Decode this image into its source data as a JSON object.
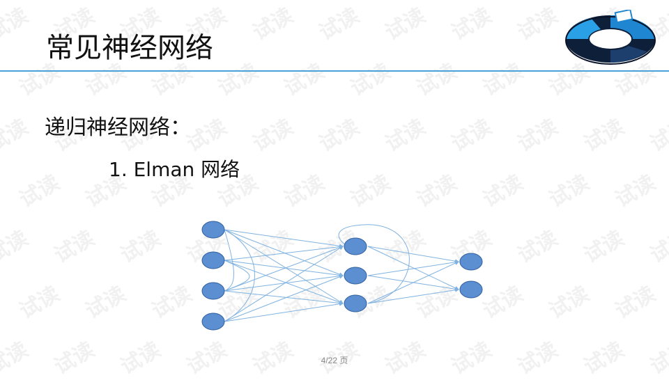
{
  "slide": {
    "title": "常见神经网络",
    "heading": "递归神经网络：",
    "subheading": "1. Elman 网络",
    "page_number": "4/22 页"
  },
  "watermark": {
    "text": "试读"
  },
  "diagram": {
    "layers": [
      {
        "name": "input",
        "nodes": 4
      },
      {
        "name": "hidden",
        "nodes": 3
      },
      {
        "name": "output",
        "nodes": 2
      }
    ],
    "colors": {
      "node_fill": "#5b8fd1",
      "node_stroke": "#2f5f9e",
      "edge": "#7fb2e0"
    }
  },
  "colors": {
    "rule": "#4aa3d8",
    "logo_dark": "#0e1f3a",
    "logo_blue": "#1f86d1"
  }
}
